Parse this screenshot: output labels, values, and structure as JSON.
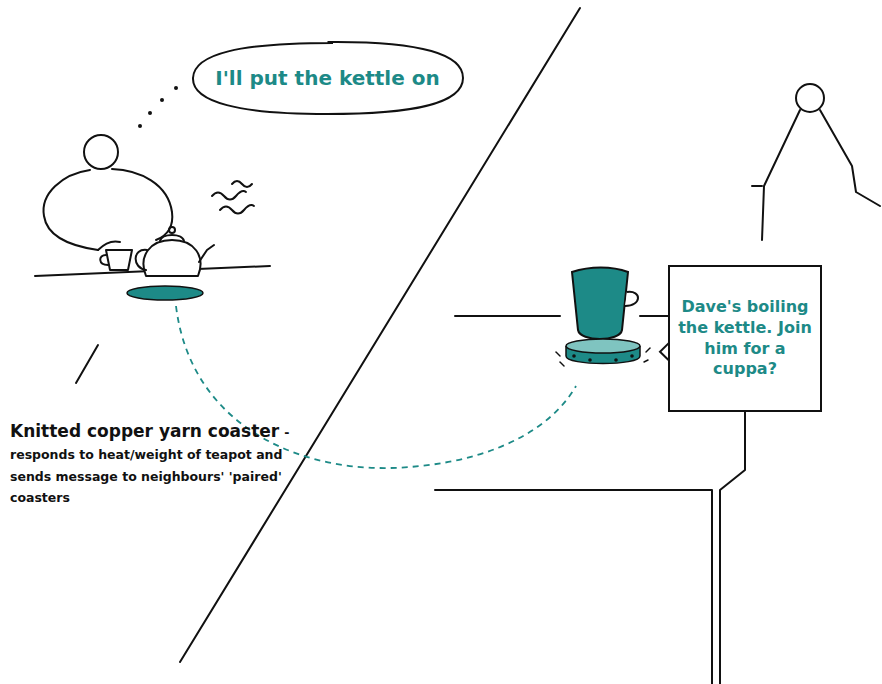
{
  "diagram": {
    "nodes": [
      {
        "text": [
          "I'll put the kettle on"
        ]
      },
      {
        "text": [
          "Dave's boiling the kettle. Join him for a cuppa?"
        ]
      }
    ],
    "labels": [
      "Knitted copper yarn coaster",
      "- responds to heat/weight of teapot and sends message to neighbours' 'paired' coasters"
    ]
  }
}
